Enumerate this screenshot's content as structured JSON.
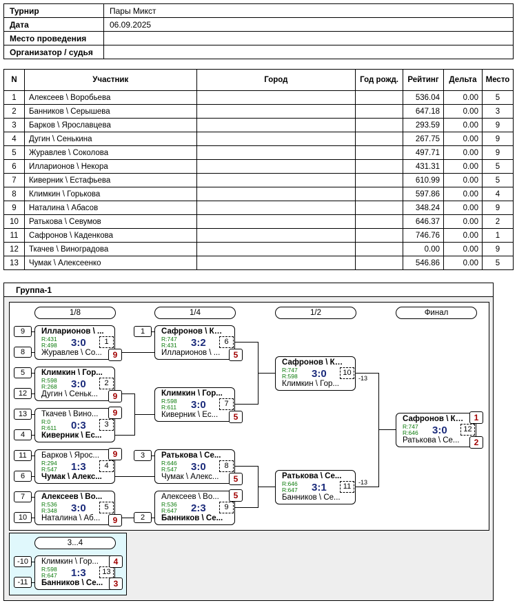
{
  "info": [
    {
      "label": "Турнир",
      "value": "Пары Микст"
    },
    {
      "label": "Дата",
      "value": "06.09.2025"
    },
    {
      "label": "Место проведения",
      "value": ""
    },
    {
      "label": "Организатор / судья",
      "value": ""
    }
  ],
  "table": {
    "headers": {
      "n": "N",
      "name": "Участник",
      "city": "Город",
      "year": "Год рожд.",
      "rating": "Рейтинг",
      "delta": "Дельта",
      "place": "Место"
    },
    "rows": [
      {
        "n": "1",
        "name": "Алексеев \\ Воробьева",
        "rating": "536.04",
        "delta": "0.00",
        "place": "5"
      },
      {
        "n": "2",
        "name": "Банников \\ Серышева",
        "rating": "647.18",
        "delta": "0.00",
        "place": "3"
      },
      {
        "n": "3",
        "name": "Барков \\ Ярославцева",
        "rating": "293.59",
        "delta": "0.00",
        "place": "9"
      },
      {
        "n": "4",
        "name": "Дугин \\ Сенькина",
        "rating": "267.75",
        "delta": "0.00",
        "place": "9"
      },
      {
        "n": "5",
        "name": "Журавлев \\ Соколова",
        "rating": "497.71",
        "delta": "0.00",
        "place": "9"
      },
      {
        "n": "6",
        "name": "Илларионов \\ Некора",
        "rating": "431.31",
        "delta": "0.00",
        "place": "5"
      },
      {
        "n": "7",
        "name": "Киверник \\ Естафьева",
        "rating": "610.99",
        "delta": "0.00",
        "place": "5"
      },
      {
        "n": "8",
        "name": "Климкин \\ Горькова",
        "rating": "597.86",
        "delta": "0.00",
        "place": "4"
      },
      {
        "n": "9",
        "name": "Наталина \\ Абасов",
        "rating": "348.24",
        "delta": "0.00",
        "place": "9"
      },
      {
        "n": "10",
        "name": "Ратькова \\ Севумов",
        "rating": "646.37",
        "delta": "0.00",
        "place": "2"
      },
      {
        "n": "11",
        "name": "Сафронов \\ Каденкова",
        "rating": "746.76",
        "delta": "0.00",
        "place": "1"
      },
      {
        "n": "12",
        "name": "Ткачев \\ Виноградова",
        "rating": "0.00",
        "delta": "0.00",
        "place": "9"
      },
      {
        "n": "13",
        "name": "Чумак \\ Алексеенко",
        "rating": "546.86",
        "delta": "0.00",
        "place": "5"
      }
    ]
  },
  "group": {
    "title": "Группа-1",
    "rounds": [
      "1/8",
      "1/4",
      "1/2",
      "Финал"
    ],
    "third_round": "3...4",
    "matches": {
      "m1": {
        "p1": "Илларионов \\ ...",
        "r1": "R:431",
        "p2": "Журавлев \\ Со...",
        "r2": "R:498",
        "score": "3:0",
        "num": "1"
      },
      "m2": {
        "p1": "Климкин \\ Гор...",
        "r1": "R:598",
        "p2": "Дугин \\ Сеньк...",
        "r2": "R:268",
        "score": "3:0",
        "num": "2"
      },
      "m3": {
        "p1": "Ткачев \\ Вино...",
        "r1": "R:0",
        "p2": "Киверник \\ Ес...",
        "r2": "R:611",
        "score": "0:3",
        "num": "3"
      },
      "m4": {
        "p1": "Барков \\ Ярос...",
        "r1": "R:294",
        "p2": "Чумак \\ Алекс...",
        "r2": "R:547",
        "score": "1:3",
        "num": "4"
      },
      "m5": {
        "p1": "Алексеев \\ Во...",
        "r1": "R:536",
        "p2": "Наталина \\ Аб...",
        "r2": "R:348",
        "score": "3:0",
        "num": "5"
      },
      "m6": {
        "p1": "Сафронов \\ Ка...",
        "r1": "R:747",
        "p2": "Илларионов \\ ...",
        "r2": "R:431",
        "score": "3:2",
        "num": "6"
      },
      "m7": {
        "p1": "Климкин \\ Гор...",
        "r1": "R:598",
        "p2": "Киверник \\ Ес...",
        "r2": "R:611",
        "score": "3:0",
        "num": "7"
      },
      "m8": {
        "p1": "Ратькова \\ Се...",
        "r1": "R:646",
        "p2": "Чумак \\ Алекс...",
        "r2": "R:547",
        "score": "3:0",
        "num": "8"
      },
      "m9": {
        "p1": "Алексеев \\ Во...",
        "r1": "R:536",
        "p2": "Банников \\ Се...",
        "r2": "R:647",
        "score": "2:3",
        "num": "9"
      },
      "m10": {
        "p1": "Сафронов \\ Ка...",
        "r1": "R:747",
        "p2": "Климкин \\ Гор...",
        "r2": "R:598",
        "score": "3:0",
        "num": "10"
      },
      "m11": {
        "p1": "Ратькова \\ Се...",
        "r1": "R:646",
        "p2": "Банников \\ Се...",
        "r2": "R:647",
        "score": "3:1",
        "num": "11"
      },
      "m12": {
        "p1": "Сафронов \\ Ка...",
        "r1": "R:747",
        "p2": "Ратькова \\ Се...",
        "r2": "R:646",
        "score": "3:0",
        "num": "12"
      },
      "m13": {
        "p1": "Климкин \\ Гор...",
        "r1": "R:598",
        "p2": "Банников \\ Се...",
        "r2": "R:647",
        "score": "1:3",
        "num": "13"
      }
    },
    "seeds": {
      "s1": "9",
      "s2": "8",
      "s3": "5",
      "s4": "12",
      "s5": "13",
      "s6": "4",
      "s7": "11",
      "s8": "6",
      "s9": "7",
      "s10": "10",
      "s11": "1",
      "s12": "3",
      "s13": "2",
      "s14": "-10",
      "s15": "-11"
    },
    "places": {
      "q1": "9",
      "q2": "9",
      "q3": "9",
      "q4": "9",
      "q5": "9",
      "q6": "5",
      "q7": "5",
      "q8": "5",
      "q9": "5",
      "q10": "1",
      "q11": "2",
      "q12": "4",
      "q13": "3"
    },
    "refs": {
      "f1": "-13",
      "f2": "-13"
    }
  }
}
